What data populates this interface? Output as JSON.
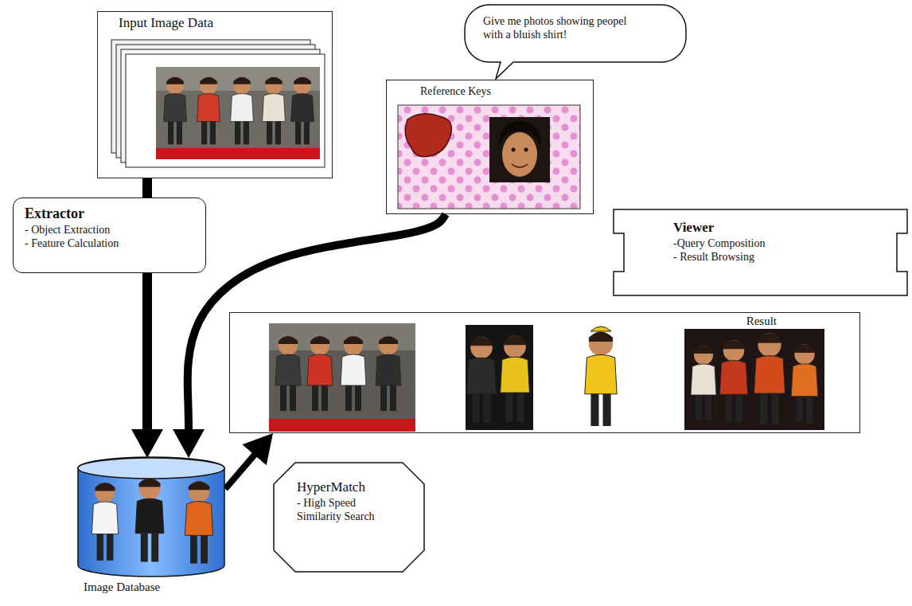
{
  "diagram": {
    "nodes": [
      {
        "text": [
          "Input Image Data"
        ]
      },
      {
        "text": [
          "Give me photos showing peopel with a bluish shirt!"
        ]
      },
      {
        "text": [
          "Reference Keys"
        ]
      },
      {
        "text": [
          "Extractor",
          "- Object Extraction",
          "- Feature Calculation"
        ]
      },
      {
        "text": [
          "Viewer",
          "-Query Composition",
          "- Result Browsing"
        ]
      },
      {
        "text": [
          "Result"
        ]
      },
      {
        "text": [
          "Image Database"
        ]
      },
      {
        "text": [
          "HyperMatch",
          "- High Speed Similarity Search"
        ]
      }
    ],
    "edges": [
      {
        "from": 0,
        "to": 3,
        "arrow": "none"
      },
      {
        "from": 3,
        "to": 6,
        "arrow": "to"
      },
      {
        "from": 2,
        "to": 6,
        "arrow": "to"
      },
      {
        "from": 6,
        "to": 5,
        "arrow": "to"
      }
    ]
  }
}
